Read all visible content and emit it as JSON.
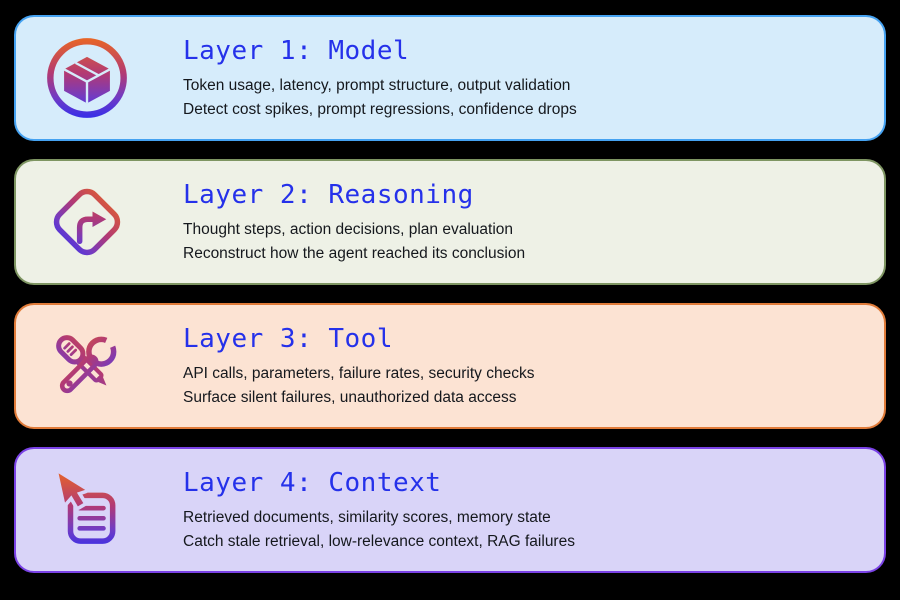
{
  "page": {
    "background": "#000000"
  },
  "text_colors": {
    "title": "#2531ea",
    "body": "#15181d"
  },
  "gradient": {
    "stop_top": "#ef6b1d",
    "stop_mid": "#b23a74",
    "stop_low": "#713bc4",
    "stop_bottom": "#2b2cf0"
  },
  "cards": [
    {
      "title": "Layer 1: Model",
      "line1": "Token usage, latency, prompt structure, output validation",
      "line2": "Detect cost spikes, prompt regressions, confidence drops",
      "bg": "#d6ecfb",
      "border": "#45a2f1",
      "icon": "package-icon"
    },
    {
      "title": "Layer 2: Reasoning",
      "line1": "Thought steps, action decisions, plan evaluation",
      "line2": "Reconstruct how the agent reached its conclusion",
      "bg": "#eef1e6",
      "border": "#7e9562",
      "icon": "turn-right-arrow-icon"
    },
    {
      "title": "Layer 3: Tool",
      "line1": "API calls, parameters, failure rates, security checks",
      "line2": "Surface silent failures, unauthorized data access",
      "bg": "#fce3d3",
      "border": "#e07b39",
      "icon": "crossed-tools-icon"
    },
    {
      "title": "Layer 4: Context",
      "line1": "Retrieved documents, similarity scores, memory state",
      "line2": "Catch stale retrieval, low-relevance context, RAG failures",
      "bg": "#d9d4f8",
      "border": "#7a42e6",
      "icon": "document-cursor-icon"
    }
  ]
}
